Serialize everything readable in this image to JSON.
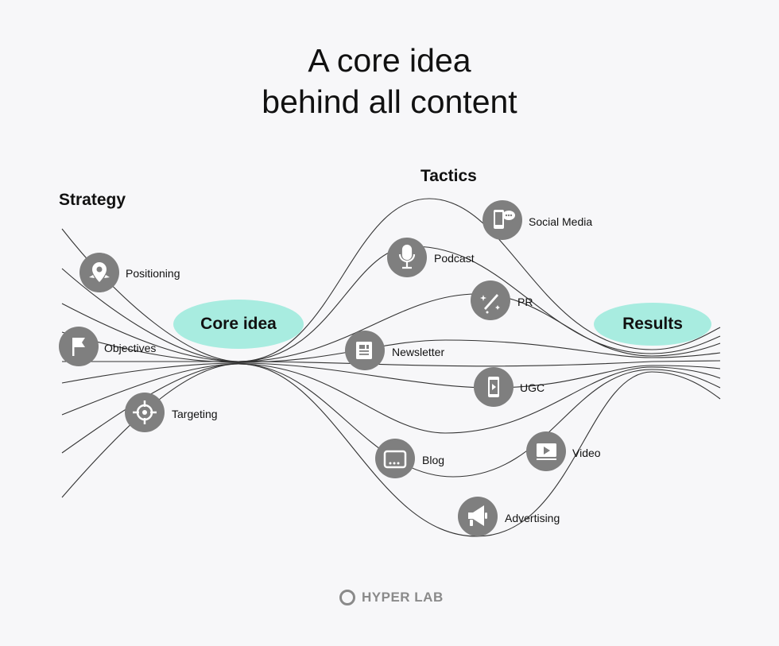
{
  "title": {
    "line1": "A core idea",
    "line2": "behind all content"
  },
  "sections": {
    "strategy": "Strategy",
    "tactics": "Tactics"
  },
  "hubs": {
    "core": "Core idea",
    "results": "Results"
  },
  "colors": {
    "hub": "#a8ece0",
    "node": "#7f7f7f",
    "line": "#333333",
    "background": "#f7f7f9",
    "brand": "#8a8a8a"
  },
  "strategy_nodes": [
    {
      "label": "Positioning",
      "icon": "location-pin-icon"
    },
    {
      "label": "Objectives",
      "icon": "flag-icon"
    },
    {
      "label": "Targeting",
      "icon": "crosshair-icon"
    }
  ],
  "tactic_nodes": [
    {
      "label": "Social Media",
      "icon": "phone-chat-icon"
    },
    {
      "label": "Podcast",
      "icon": "microphone-icon"
    },
    {
      "label": "PR",
      "icon": "magic-wand-icon"
    },
    {
      "label": "Newsletter",
      "icon": "newspaper-icon"
    },
    {
      "label": "UGC",
      "icon": "phone-video-icon"
    },
    {
      "label": "Blog",
      "icon": "browser-window-icon"
    },
    {
      "label": "Video",
      "icon": "video-player-icon"
    },
    {
      "label": "Advertising",
      "icon": "megaphone-icon"
    }
  ],
  "brand": "HYPER LAB"
}
